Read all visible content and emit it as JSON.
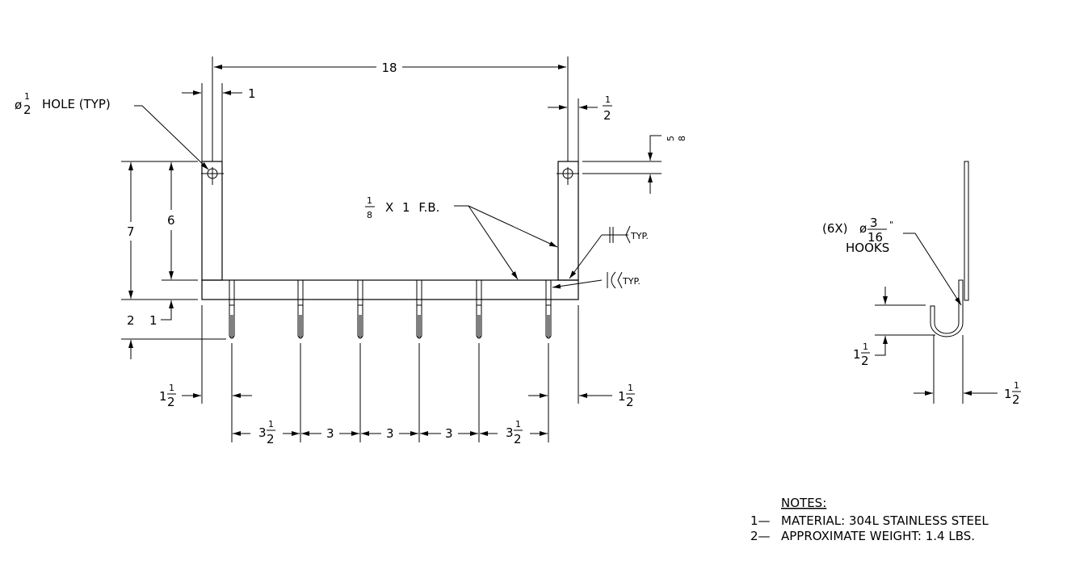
{
  "front_view": {
    "overall_width": "18",
    "upright_width": "1",
    "hole_offset": {
      "num": "1",
      "den": "2"
    },
    "hole_from_top": {
      "num": "5",
      "den": "8"
    },
    "hole_label": {
      "prefix": "ø",
      "num": "1",
      "den": "2",
      "text": "HOLE (TYP)"
    },
    "height_total": "7",
    "height_hole": "6",
    "hook_length": "2",
    "bar_height": "1",
    "flat_bar_label": {
      "num": "1",
      "den": "8",
      "text": "X 1 F.B."
    },
    "weld_label_1": "TYP.",
    "weld_label_2": "TYP.",
    "left_offset": {
      "whole": "1",
      "num": "1",
      "den": "2"
    },
    "right_offset": {
      "whole": "1",
      "num": "1",
      "den": "2"
    },
    "hook_spacing": [
      {
        "whole": "3",
        "num": "1",
        "den": "2"
      },
      {
        "whole": "3"
      },
      {
        "whole": "3"
      },
      {
        "whole": "3"
      },
      {
        "whole": "3",
        "num": "1",
        "den": "2"
      }
    ]
  },
  "side_view": {
    "hook_label": {
      "count": "(6X)",
      "prefix": "ø",
      "num": "3",
      "den": "16",
      "unit": "\"",
      "text": "HOOKS"
    },
    "hook_height": {
      "whole": "1",
      "num": "1",
      "den": "2"
    },
    "hook_width": {
      "whole": "1",
      "num": "1",
      "den": "2"
    }
  },
  "notes": {
    "title": "NOTES:",
    "items": [
      {
        "num": "1—",
        "text": "MATERIAL: 304L STAINLESS STEEL"
      },
      {
        "num": "2—",
        "text": "APPROXIMATE WEIGHT: 1.4 LBS."
      }
    ]
  }
}
